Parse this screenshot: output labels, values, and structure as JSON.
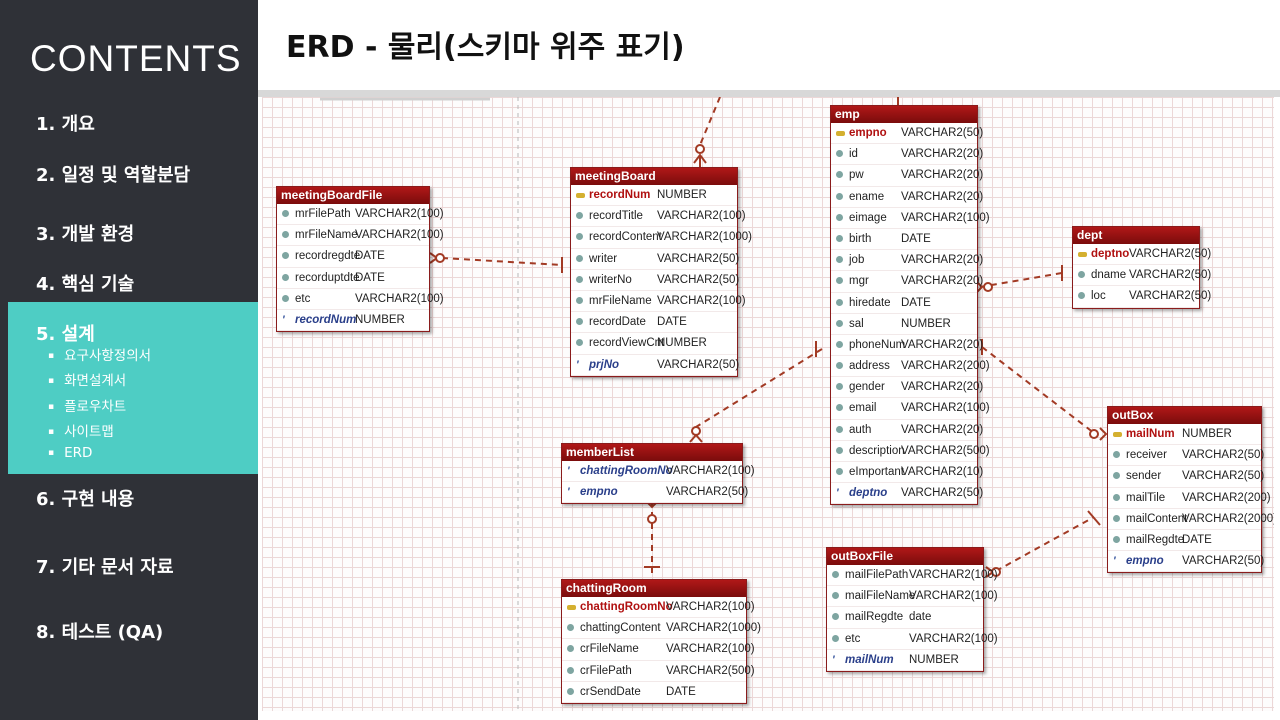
{
  "sidebar": {
    "title": "CONTENTS",
    "items": [
      {
        "label": "1.  개요"
      },
      {
        "label": "2. 일정 및 역할분담"
      },
      {
        "label": "3.  개발 환경"
      },
      {
        "label": "4.  핵심 기술"
      },
      {
        "label": "5.  설계"
      },
      {
        "label": "6.  구현 내용"
      },
      {
        "label": "7.  기타 문서 자료"
      },
      {
        "label": "8.  테스트 (QA)"
      }
    ],
    "subitems": [
      "요구사항정의서",
      "화면설계서",
      "플로우차트",
      "사이트맵",
      "ERD"
    ]
  },
  "header": {
    "title": "ERD - 물리(스키마 위주 표기)"
  },
  "tables": {
    "meetingBoardFile": {
      "name": "meetingBoardFile",
      "columns": [
        {
          "name": "mrFilePath",
          "type": "VARCHAR2(100)",
          "kind": "col"
        },
        {
          "name": "mrFileName",
          "type": "VARCHAR2(100)",
          "kind": "col"
        },
        {
          "name": "recordregdte",
          "type": "DATE",
          "kind": "col"
        },
        {
          "name": "recorduptdte",
          "type": "DATE",
          "kind": "col"
        },
        {
          "name": "etc",
          "type": "VARCHAR2(100)",
          "kind": "col"
        },
        {
          "name": "recordNum",
          "type": "NUMBER",
          "kind": "fk"
        }
      ]
    },
    "meetingBoard": {
      "name": "meetingBoard",
      "columns": [
        {
          "name": "recordNum",
          "type": "NUMBER",
          "kind": "pk"
        },
        {
          "name": "recordTitle",
          "type": "VARCHAR2(100)",
          "kind": "col"
        },
        {
          "name": "recordContent",
          "type": "VARCHAR2(1000)",
          "kind": "col"
        },
        {
          "name": "writer",
          "type": "VARCHAR2(50)",
          "kind": "col"
        },
        {
          "name": "writerNo",
          "type": "VARCHAR2(50)",
          "kind": "col"
        },
        {
          "name": "mrFileName",
          "type": "VARCHAR2(100)",
          "kind": "col"
        },
        {
          "name": "recordDate",
          "type": "DATE",
          "kind": "col"
        },
        {
          "name": "recordViewCnt",
          "type": "NUMBER",
          "kind": "col"
        },
        {
          "name": "prjNo",
          "type": "VARCHAR2(50)",
          "kind": "fk"
        }
      ]
    },
    "emp": {
      "name": "emp",
      "columns": [
        {
          "name": "empno",
          "type": "VARCHAR2(50)",
          "kind": "pk"
        },
        {
          "name": "id",
          "type": "VARCHAR2(20)",
          "kind": "col"
        },
        {
          "name": "pw",
          "type": "VARCHAR2(20)",
          "kind": "col"
        },
        {
          "name": "ename",
          "type": "VARCHAR2(20)",
          "kind": "col"
        },
        {
          "name": "eimage",
          "type": "VARCHAR2(100)",
          "kind": "col"
        },
        {
          "name": "birth",
          "type": "DATE",
          "kind": "col"
        },
        {
          "name": "job",
          "type": "VARCHAR2(20)",
          "kind": "col"
        },
        {
          "name": "mgr",
          "type": "VARCHAR2(20)",
          "kind": "col"
        },
        {
          "name": "hiredate",
          "type": "DATE",
          "kind": "col"
        },
        {
          "name": "sal",
          "type": "NUMBER",
          "kind": "col"
        },
        {
          "name": "phoneNum",
          "type": "VARCHAR2(20)",
          "kind": "col"
        },
        {
          "name": "address",
          "type": "VARCHAR2(200)",
          "kind": "col"
        },
        {
          "name": "gender",
          "type": "VARCHAR2(20)",
          "kind": "col"
        },
        {
          "name": "email",
          "type": "VARCHAR2(100)",
          "kind": "col"
        },
        {
          "name": "auth",
          "type": "VARCHAR2(20)",
          "kind": "col"
        },
        {
          "name": "description",
          "type": "VARCHAR2(500)",
          "kind": "col"
        },
        {
          "name": "eImportant",
          "type": "VARCHAR2(10)",
          "kind": "col"
        },
        {
          "name": "deptno",
          "type": "VARCHAR2(50)",
          "kind": "fk"
        }
      ]
    },
    "dept": {
      "name": "dept",
      "columns": [
        {
          "name": "deptno",
          "type": "VARCHAR2(50)",
          "kind": "pk"
        },
        {
          "name": "dname",
          "type": "VARCHAR2(50)",
          "kind": "col"
        },
        {
          "name": "loc",
          "type": "VARCHAR2(50)",
          "kind": "col"
        }
      ]
    },
    "memberList": {
      "name": "memberList",
      "columns": [
        {
          "name": "chattingRoomNo",
          "type": "VARCHAR2(100)",
          "kind": "fk"
        },
        {
          "name": "empno",
          "type": "VARCHAR2(50)",
          "kind": "fk"
        }
      ]
    },
    "chattingRoom": {
      "name": "chattingRoom",
      "columns": [
        {
          "name": "chattingRoomNo",
          "type": "VARCHAR2(100)",
          "kind": "pk"
        },
        {
          "name": "chattingContent",
          "type": "VARCHAR2(1000)",
          "kind": "col"
        },
        {
          "name": "crFileName",
          "type": "VARCHAR2(100)",
          "kind": "col"
        },
        {
          "name": "crFilePath",
          "type": "VARCHAR2(500)",
          "kind": "col"
        },
        {
          "name": "crSendDate",
          "type": "DATE",
          "kind": "col"
        }
      ]
    },
    "outBox": {
      "name": "outBox",
      "columns": [
        {
          "name": "mailNum",
          "type": "NUMBER",
          "kind": "pk"
        },
        {
          "name": "receiver",
          "type": "VARCHAR2(50)",
          "kind": "col"
        },
        {
          "name": "sender",
          "type": "VARCHAR2(50)",
          "kind": "col"
        },
        {
          "name": "mailTile",
          "type": "VARCHAR2(200)",
          "kind": "col"
        },
        {
          "name": "mailContent",
          "type": "VARCHAR2(2000)",
          "kind": "col"
        },
        {
          "name": "mailRegdte",
          "type": "DATE",
          "kind": "col"
        },
        {
          "name": "empno",
          "type": "VARCHAR2(50)",
          "kind": "fk"
        }
      ]
    },
    "outBoxFile": {
      "name": "outBoxFile",
      "columns": [
        {
          "name": "mailFilePath",
          "type": "VARCHAR2(100)",
          "kind": "col"
        },
        {
          "name": "mailFileName",
          "type": "VARCHAR2(100)",
          "kind": "col"
        },
        {
          "name": "mailRegdte",
          "type": "date",
          "kind": "col"
        },
        {
          "name": "etc",
          "type": "VARCHAR2(100)",
          "kind": "col"
        },
        {
          "name": "mailNum",
          "type": "NUMBER",
          "kind": "fk"
        }
      ]
    }
  }
}
